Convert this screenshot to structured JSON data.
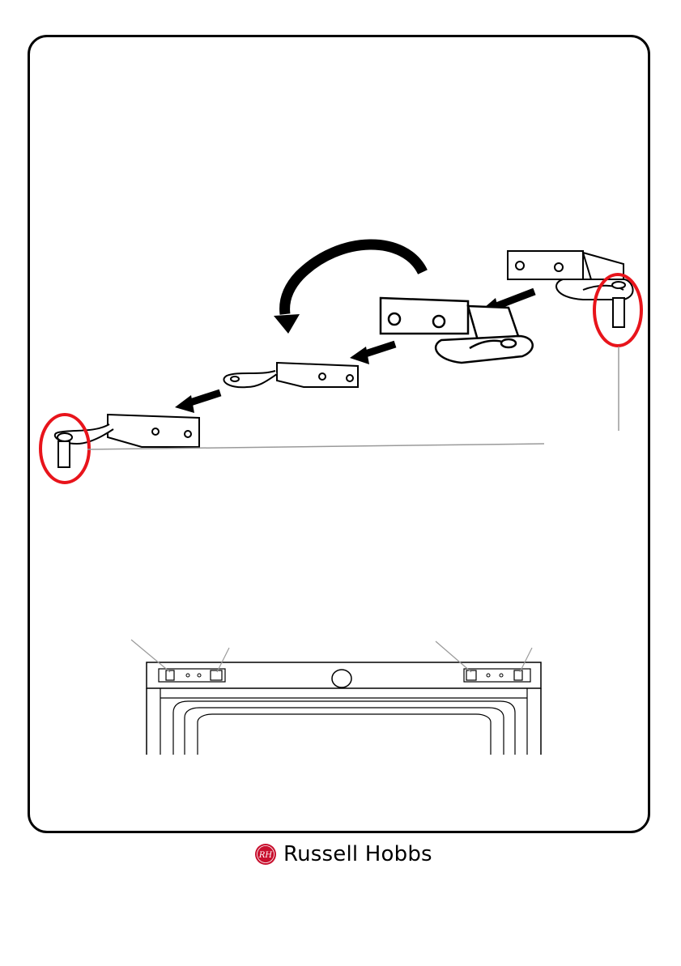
{
  "brand": {
    "name": "Russell Hobbs",
    "logo_text": "RH",
    "logo_color": "#c8102e"
  },
  "colors": {
    "highlight_circle": "#e8141b",
    "leader_line": "#9a9a9a",
    "arrow": "#000000"
  },
  "illustrations": {
    "hinge_swap": "hinge-reversal-diagram",
    "top_view": "cabinet-top-hinge-view"
  }
}
